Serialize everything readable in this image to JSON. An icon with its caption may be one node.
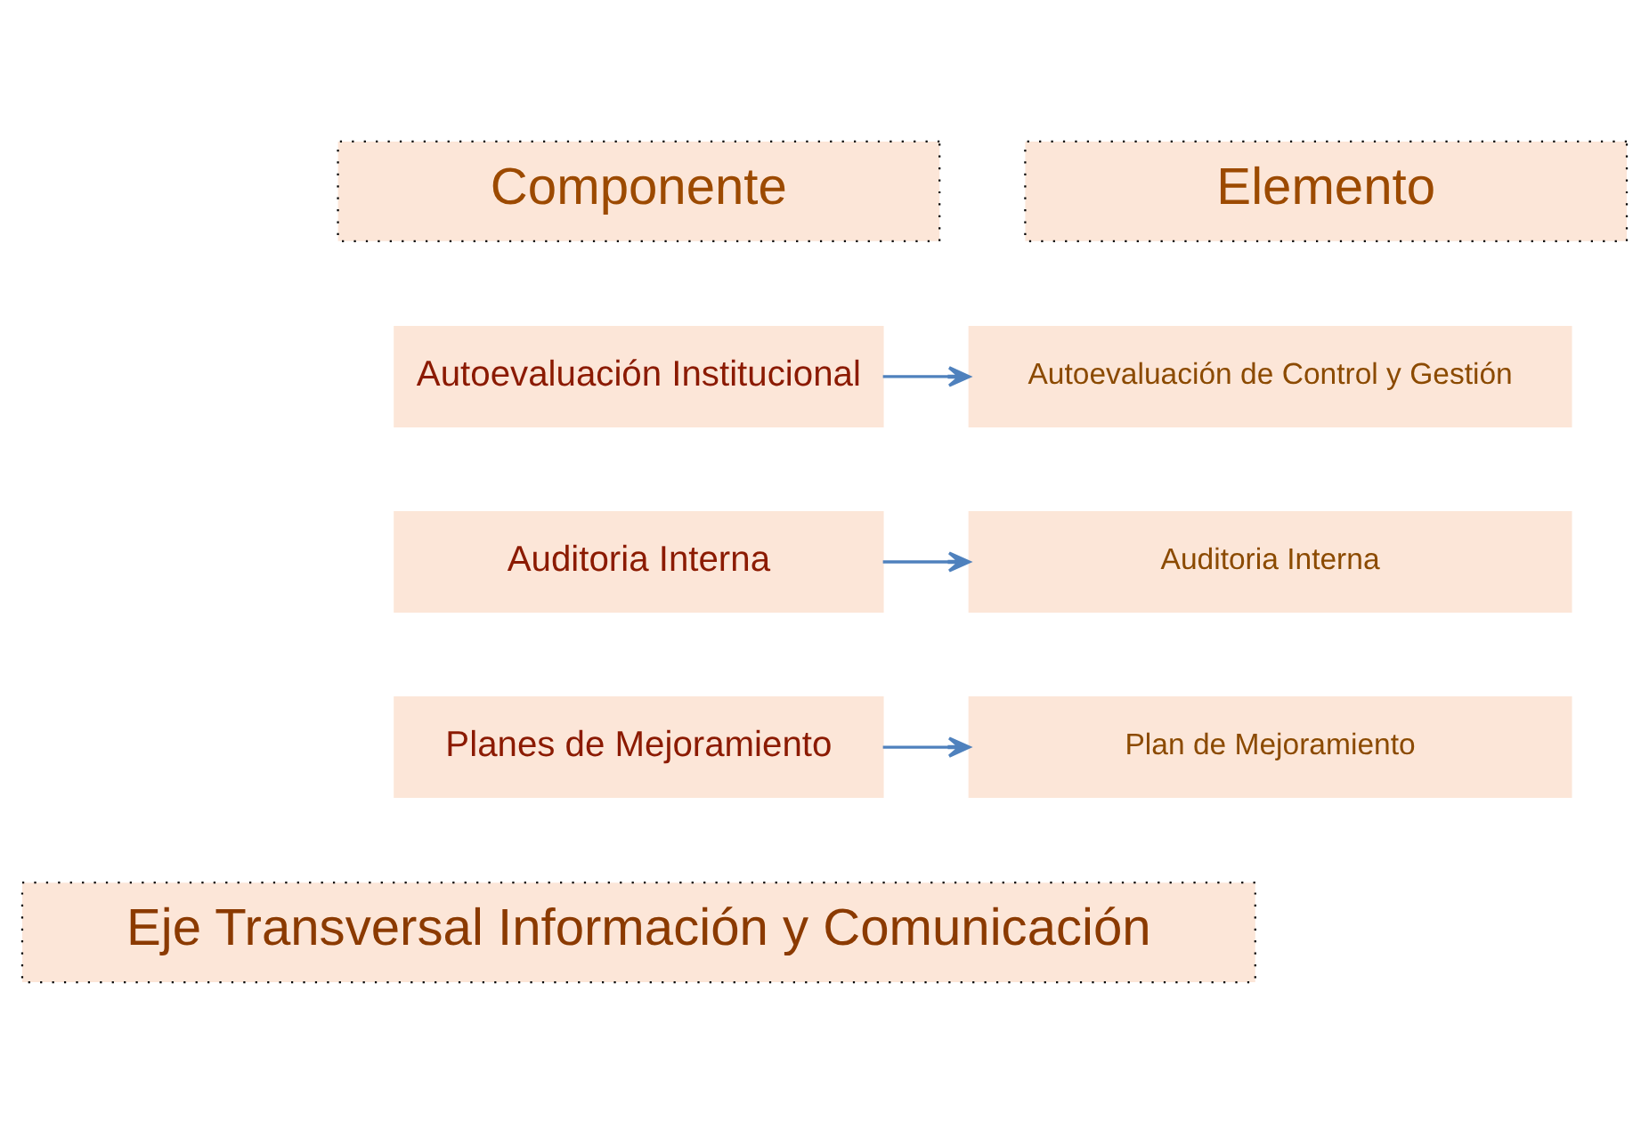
{
  "diagram": {
    "nodes": [
      {
        "text": [
          "Componente"
        ]
      },
      {
        "text": [
          "Elemento"
        ]
      },
      {
        "text": [
          "Autoevaluación Institucional"
        ]
      },
      {
        "text": [
          "Autoevaluación de Control y Gestión"
        ]
      },
      {
        "text": [
          "Auditoria Interna"
        ]
      },
      {
        "text": [
          "Auditoria Interna"
        ]
      },
      {
        "text": [
          "Planes de Mejoramiento"
        ]
      },
      {
        "text": [
          "Plan de Mejoramiento"
        ]
      },
      {
        "text": [
          "Eje Transversal Información y Comunicación"
        ]
      }
    ],
    "edges": [
      {
        "from": 2,
        "to": 3,
        "arrow": "to"
      },
      {
        "from": 4,
        "to": 5,
        "arrow": "to"
      },
      {
        "from": 6,
        "to": 7,
        "arrow": "to"
      }
    ]
  }
}
